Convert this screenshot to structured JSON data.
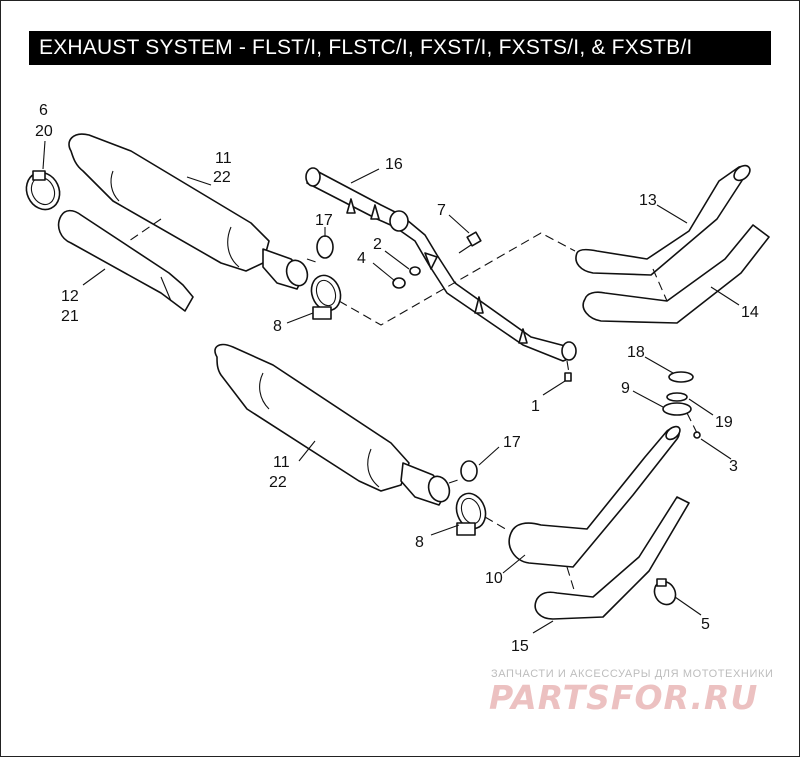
{
  "title": "EXHAUST SYSTEM - FLST/I, FLSTC/I, FXST/I, FXSTS/I, & FXSTB/I",
  "callouts": {
    "c6": "6",
    "c20": "20",
    "c11a": "11",
    "c22a": "22",
    "c12": "12",
    "c21": "21",
    "c17a": "17",
    "c8a": "8",
    "c16": "16",
    "c7": "7",
    "c2": "2",
    "c4": "4",
    "c13": "13",
    "c14": "14",
    "c1": "1",
    "c18": "18",
    "c9": "9",
    "c19": "19",
    "c3": "3",
    "c11b": "11",
    "c22b": "22",
    "c17b": "17",
    "c8b": "8",
    "c10": "10",
    "c5": "5",
    "c15": "15"
  },
  "watermark": {
    "subtitle": "ЗАПЧАСТИ И АКСЕССУАРЫ ДЛЯ МОТОТЕХНИКИ",
    "brand": "PARTSFOR.RU"
  }
}
